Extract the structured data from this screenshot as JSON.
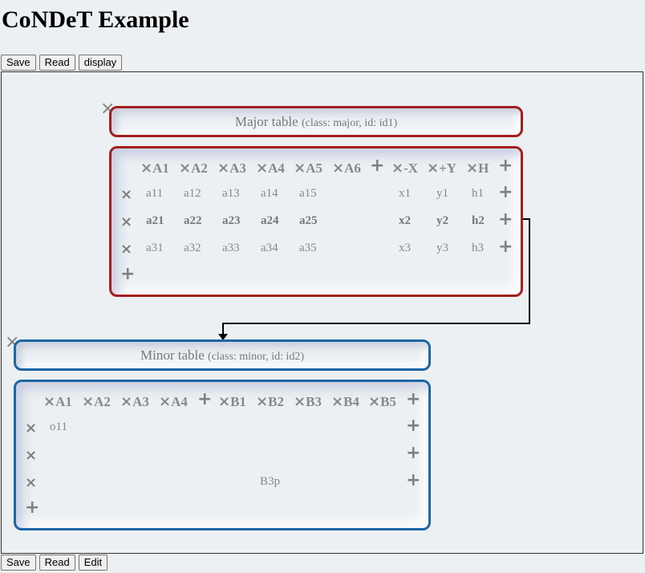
{
  "page": {
    "title": "CoNDeT Example"
  },
  "top_buttons": {
    "save": "Save",
    "read": "Read",
    "display": "display"
  },
  "bottom_buttons": {
    "save": "Save",
    "read": "Read",
    "edit": "Edit"
  },
  "icons": {
    "delete": "×",
    "add": "+"
  },
  "major": {
    "name": "Major table",
    "meta": "(class: major, id: id1)",
    "headers": [
      "A1",
      "A2",
      "A3",
      "A4",
      "A5",
      "A6",
      "-X",
      "+Y",
      "H"
    ],
    "rows": [
      [
        "a11",
        "a12",
        "a13",
        "a14",
        "a15",
        "",
        "x1",
        "y1",
        "h1"
      ],
      [
        "a21",
        "a22",
        "a23",
        "a24",
        "a25",
        "",
        "x2",
        "y2",
        "h2"
      ],
      [
        "a31",
        "a32",
        "a33",
        "a34",
        "a35",
        "",
        "x3",
        "y3",
        "h3"
      ]
    ]
  },
  "minor": {
    "name": "Minor table",
    "meta": "(class: minor, id: id2)",
    "headers": [
      "A1",
      "A2",
      "A3",
      "A4",
      "B1",
      "B2",
      "B3",
      "B4",
      "B5"
    ],
    "rows": [
      [
        "o11",
        "",
        "",
        "",
        "",
        "",
        "",
        "",
        ""
      ],
      [
        "",
        "",
        "",
        "",
        "",
        "",
        "",
        "",
        ""
      ],
      [
        "",
        "",
        "",
        "",
        "",
        "",
        "B3p",
        "",
        ""
      ]
    ]
  }
}
